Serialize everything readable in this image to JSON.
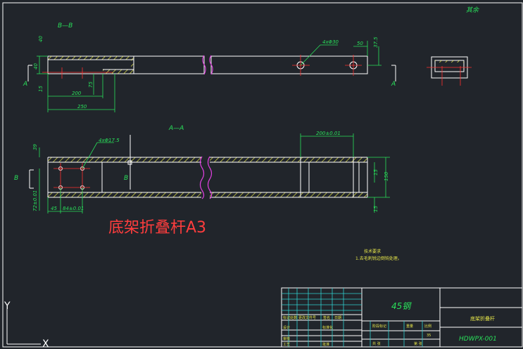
{
  "drawing": {
    "title_cn": "底架折叠杆A3",
    "top_right_note": "其余",
    "section_bb": "B—B",
    "section_aa": "A—A",
    "mark_a": "A",
    "mark_b": "B",
    "dims_top": {
      "h40": "40",
      "h15": "15",
      "d200": "200",
      "d250": "250",
      "d75": "75",
      "holes": "4xΦ30",
      "d50": "50",
      "d37_5": "37.5"
    },
    "dims_bottom": {
      "h39": "39",
      "holes": "4xΦ17.5",
      "d72": "72±0.01",
      "d45": "45",
      "d84": "84±0.01",
      "d200": "200±0.01",
      "d150": "150",
      "d15a": "15",
      "d15b": "15"
    },
    "tech_note_title": "技术要求",
    "tech_note_body": "1.去毛刺锐边倒钝处理。"
  },
  "title_block": {
    "material": "45钢",
    "part_name": "底架折叠杆",
    "drawing_no": "HDWPX-001",
    "r1": [
      "标记",
      "处数",
      "更改文件号",
      "签名",
      "日期"
    ],
    "r2": [
      "设计",
      "",
      "标准化",
      "",
      "阶段标记",
      "重量",
      "比例"
    ],
    "weight": "35",
    "r3": [
      "审核",
      "",
      "",
      "",
      "共  张",
      "第  张"
    ],
    "r4": [
      "工艺",
      "",
      "批准",
      ""
    ]
  },
  "ucs": {
    "x": "X",
    "y": "Y"
  }
}
